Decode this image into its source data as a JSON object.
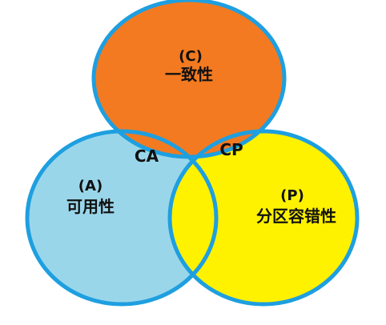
{
  "diagram": {
    "circles": {
      "consistency": {
        "letter": "(C)",
        "name": "一致性",
        "fill": "#f37a20",
        "stroke": "#1e9fe0"
      },
      "availability": {
        "letter": "(A)",
        "name": "可用性",
        "fill": "#9ad6ea",
        "stroke": "#1e9fe0"
      },
      "partition_tolerance": {
        "letter": "(P)",
        "name": "分区容错性",
        "fill": "#fff200",
        "stroke": "#1e9fe0"
      }
    },
    "overlaps": {
      "ca": "CA",
      "cp": "CP"
    }
  }
}
